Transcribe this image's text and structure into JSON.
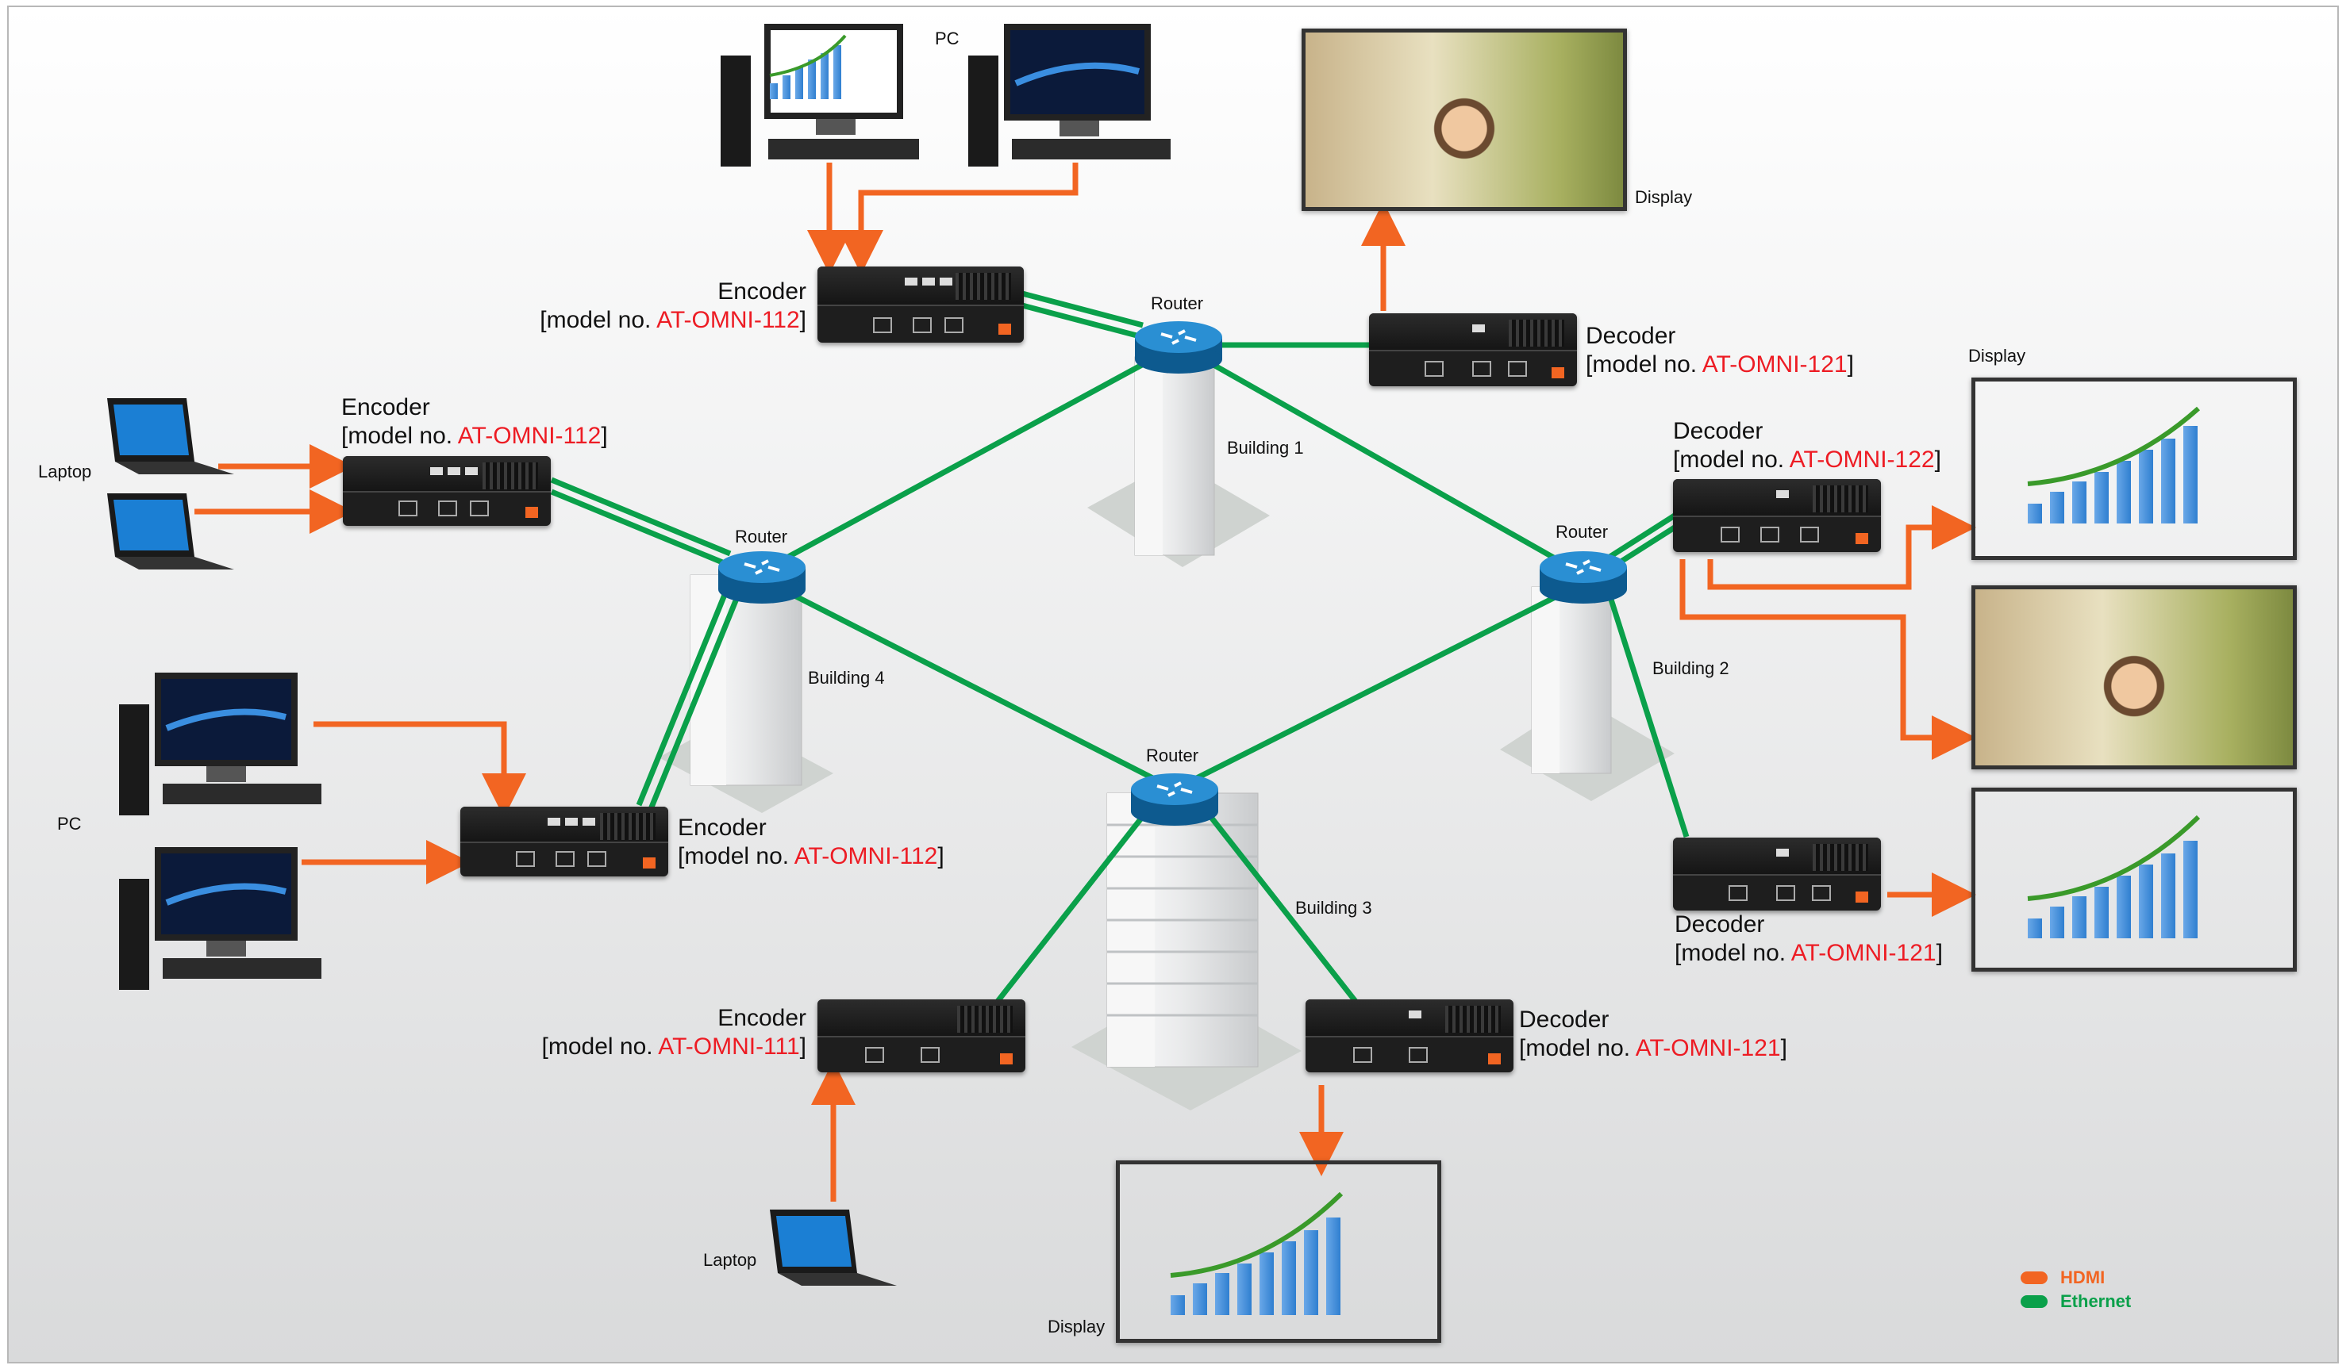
{
  "labels": {
    "pc_top": "PC",
    "pc_left": "PC",
    "laptop_left": "Laptop",
    "laptop_bottom": "Laptop",
    "display_top": "Display",
    "display_right": "Display",
    "display_bottom": "Display",
    "router": "Router",
    "building_1": "Building 1",
    "building_2": "Building 2",
    "building_3": "Building 3",
    "building_4": "Building 4"
  },
  "devices": {
    "enc_top": {
      "name": "Encoder",
      "prefix": "[model no. ",
      "model": "AT-OMNI-112",
      "suffix": "]"
    },
    "enc_left": {
      "name": "Encoder",
      "prefix": "[model no. ",
      "model": "AT-OMNI-112",
      "suffix": "]"
    },
    "enc_mid": {
      "name": "Encoder",
      "prefix": "[model no. ",
      "model": "AT-OMNI-112",
      "suffix": "]"
    },
    "enc_bottom": {
      "name": "Encoder",
      "prefix": "[model no. ",
      "model": "AT-OMNI-111",
      "suffix": "]"
    },
    "dec_top": {
      "name": "Decoder",
      "prefix": "[model no. ",
      "model": "AT-OMNI-121",
      "suffix": "]"
    },
    "dec_right1": {
      "name": "Decoder",
      "prefix": "[model no. ",
      "model": "AT-OMNI-122",
      "suffix": "]"
    },
    "dec_right2": {
      "name": "Decoder",
      "prefix": "[model no. ",
      "model": "AT-OMNI-121",
      "suffix": "]"
    },
    "dec_bottom": {
      "name": "Decoder",
      "prefix": "[model no. ",
      "model": "AT-OMNI-121",
      "suffix": "]"
    }
  },
  "legend": {
    "hdmi": "HDMI",
    "ethernet": "Ethernet",
    "hdmi_color": "#f26522",
    "ethernet_color": "#0aa04a"
  }
}
